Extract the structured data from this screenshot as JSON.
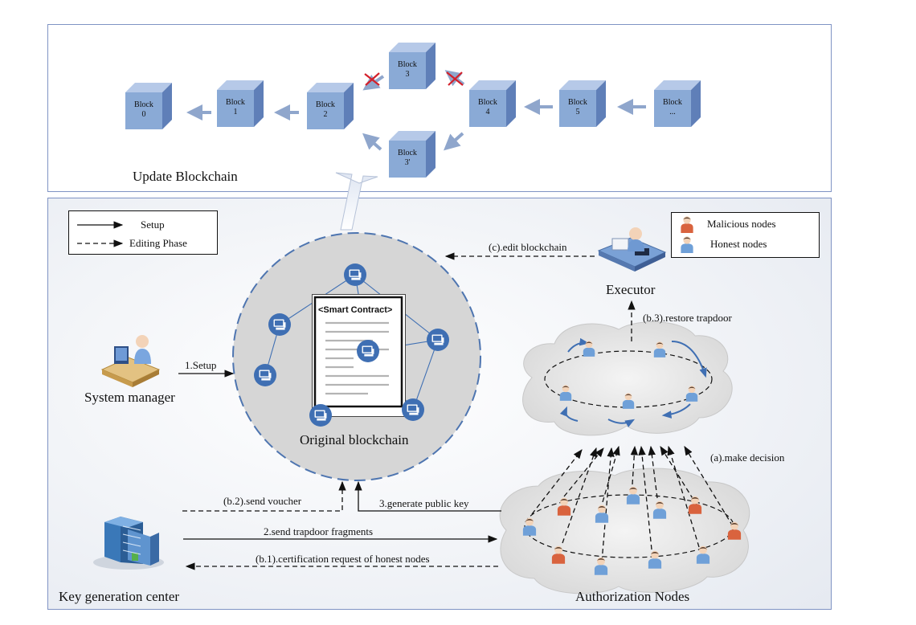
{
  "top_panel": {
    "title": "Update Blockchain",
    "blocks": [
      {
        "name": "Block",
        "index": "0"
      },
      {
        "name": "Block",
        "index": "1"
      },
      {
        "name": "Block",
        "index": "2"
      },
      {
        "name": "Block",
        "index": "3"
      },
      {
        "name": "Block",
        "index": "3'"
      },
      {
        "name": "Block",
        "index": "4"
      },
      {
        "name": "Block",
        "index": "5"
      },
      {
        "name": "Block",
        "index": "..."
      }
    ]
  },
  "legend_arrows": {
    "setup": "Setup",
    "editing": "Editing Phase"
  },
  "legend_nodes": {
    "malicious": "Malicious nodes",
    "honest": "Honest nodes"
  },
  "entities": {
    "system_manager": "System manager",
    "executor": "Executor",
    "key_center": "Key generation center",
    "authorization_nodes": "Authorization Nodes",
    "original_blockchain": "Original blockchain",
    "smart_contract": "<Smart Contract>"
  },
  "flows": {
    "edit": "(c).edit blockchain",
    "restore": "(b.3).restore trapdoor",
    "setup": "1.Setup",
    "decision": "(a).make decision",
    "voucher": "(b.2).send voucher",
    "pubkey": "3.generate public key",
    "fragments": "2.send trapdoor fragments",
    "cert": "(b.1).certification request of honest nodes"
  },
  "colors": {
    "block_front": "#8aaad6",
    "panel_border": "#7f93c4",
    "node_circle": "#3f6fb3",
    "arrow_gray": "#8fa6cc",
    "cross": "#d4202a",
    "malicious": "#d9633e",
    "honest": "#6fa0d8"
  }
}
